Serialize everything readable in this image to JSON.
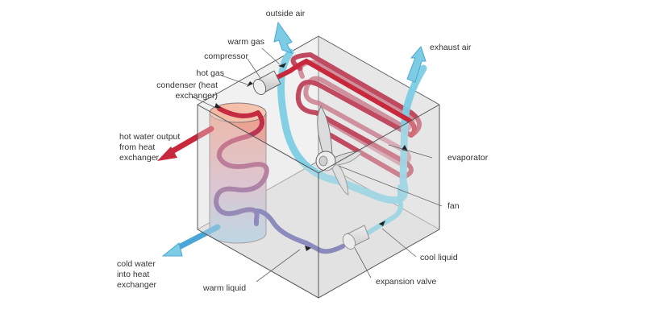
{
  "labels": {
    "outside_air": "outside air",
    "exhaust_air": "exhaust air",
    "warm_gas": "warm gas",
    "compressor": "compressor",
    "hot_gas": "hot gas",
    "condenser": "condenser (heat\nexchanger)",
    "hot_water_output": "hot water output\nfrom heat\nexchanger",
    "evaporator": "evaporator",
    "fan": "fan",
    "cold_water": "cold water\ninto heat\nexchanger",
    "cool_liquid": "cool liquid",
    "warm_liquid": "warm liquid",
    "expansion_valve": "expansion valve"
  },
  "colors": {
    "hot": "#c8283c",
    "warm": "#b0556f",
    "cool_purple": "#6a5a9c",
    "cold": "#7ccde3",
    "box_face": "#e8e8e8",
    "box_edge": "#555555"
  }
}
